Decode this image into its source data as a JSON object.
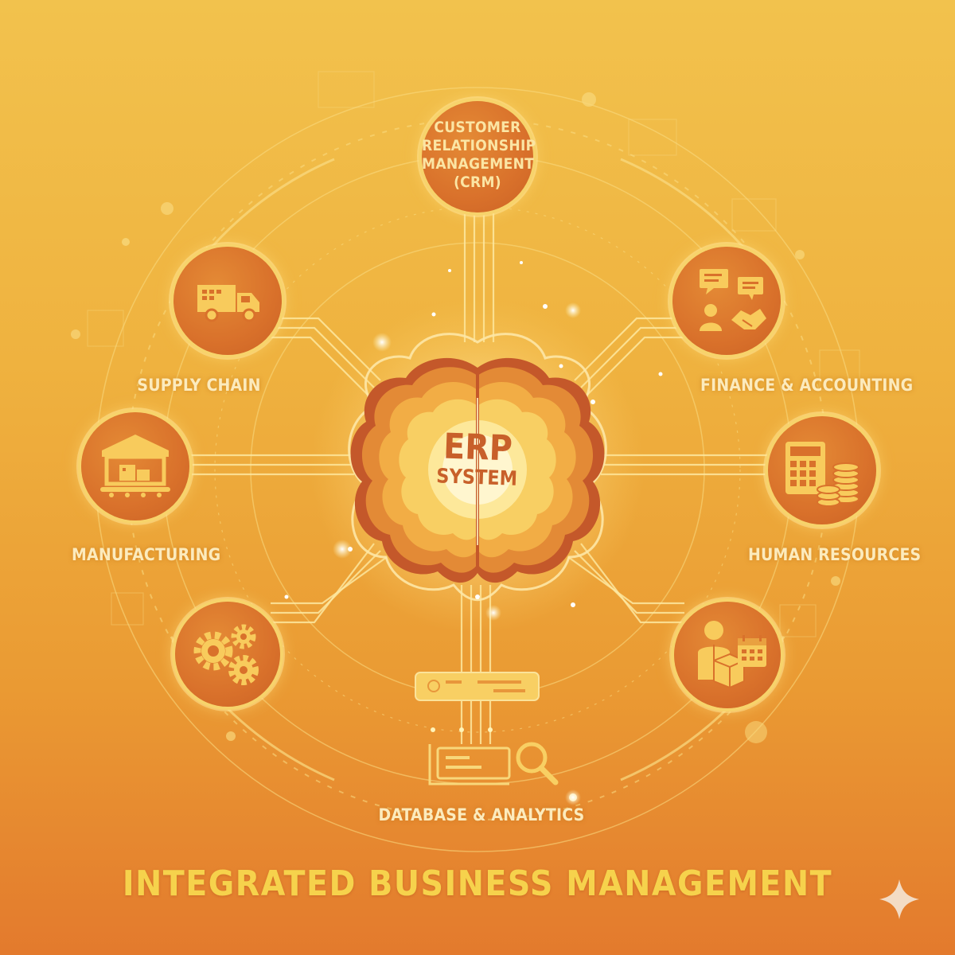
{
  "title": "INTEGRATED BUSINESS MANAGEMENT",
  "hub": {
    "line1": "ERP",
    "line2": "SYSTEM",
    "icon": "brain-icon"
  },
  "modules": {
    "crm": {
      "lines": [
        "CUSTOMER",
        "RELATIONSHIP",
        "MANAGEMENT",
        "(CRM)"
      ]
    },
    "supply_chain": {
      "label": "SUPPLY CHAIN",
      "icon": "truck-icon"
    },
    "manufacturing": {
      "label": "MANUFACTURING",
      "icon": "warehouse-icon"
    },
    "finance": {
      "label": "FINANCE & ACCOUNTING",
      "icon": "chat-handshake-icon"
    },
    "hr": {
      "label": "HUMAN RESOURCES",
      "icon": "calculator-coins-icon"
    },
    "gears": {
      "icon": "gears-icon"
    },
    "worker": {
      "icon": "worker-box-calendar-icon"
    },
    "database": {
      "label": "DATABASE & ANALYTICS",
      "icon": "document-magnifier-icon"
    }
  },
  "colors": {
    "background_top": "#f2c24d",
    "background_bottom": "#e37a2d",
    "module_fill": "#d9712b",
    "icon_fill": "#f8cb5c",
    "glow": "#fff3b8",
    "title_color": "#f6d24c"
  }
}
